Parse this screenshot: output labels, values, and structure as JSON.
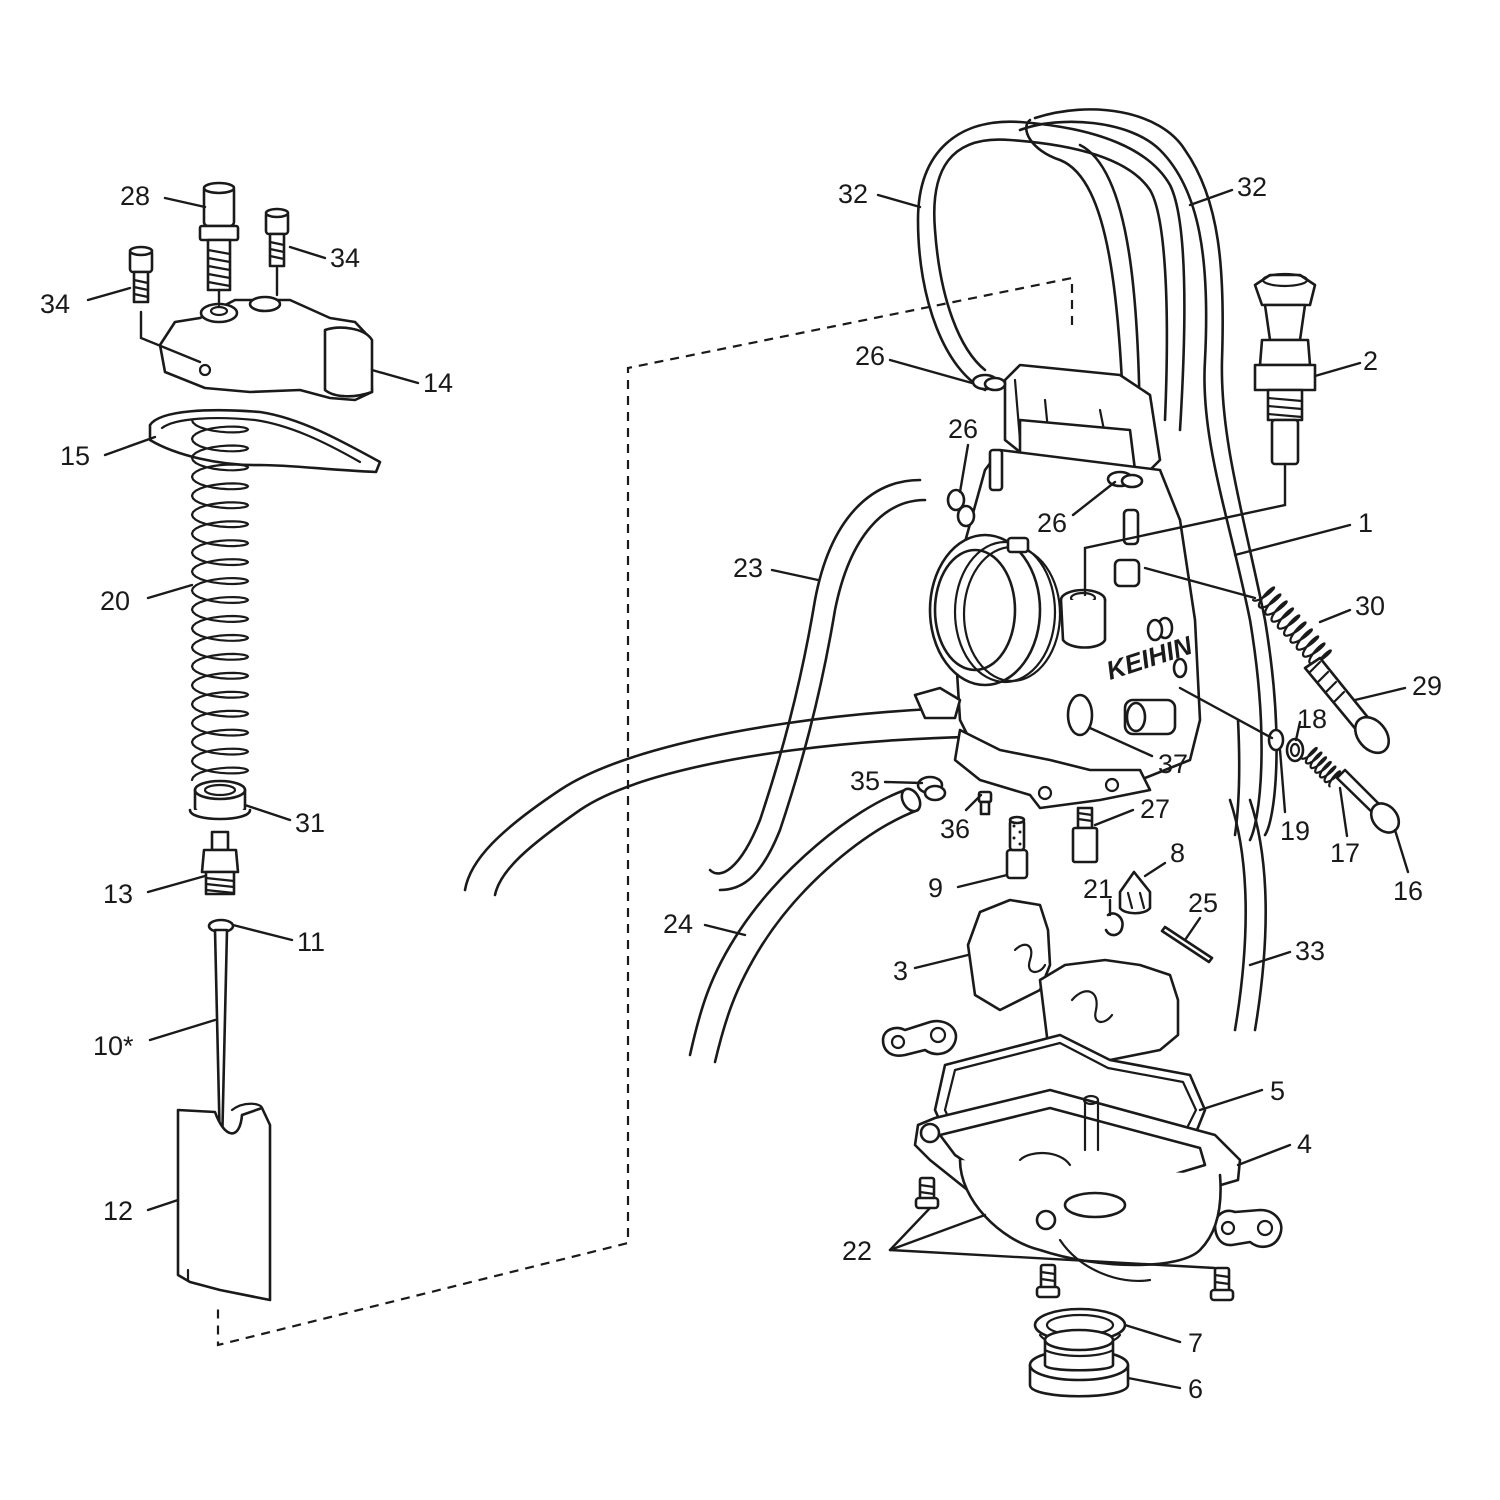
{
  "callouts": [
    {
      "id": "c28",
      "text": "28"
    },
    {
      "id": "c34a",
      "text": "34"
    },
    {
      "id": "c34b",
      "text": "34"
    },
    {
      "id": "c14",
      "text": "14"
    },
    {
      "id": "c15",
      "text": "15"
    },
    {
      "id": "c20",
      "text": "20"
    },
    {
      "id": "c31",
      "text": "31"
    },
    {
      "id": "c13",
      "text": "13"
    },
    {
      "id": "c11",
      "text": "11"
    },
    {
      "id": "c10",
      "text": "10*"
    },
    {
      "id": "c12",
      "text": "12"
    },
    {
      "id": "c32a",
      "text": "32"
    },
    {
      "id": "c32b",
      "text": "32"
    },
    {
      "id": "c26a",
      "text": "26"
    },
    {
      "id": "c26b",
      "text": "26"
    },
    {
      "id": "c26c",
      "text": "26"
    },
    {
      "id": "c2",
      "text": "2"
    },
    {
      "id": "c1",
      "text": "1"
    },
    {
      "id": "c23",
      "text": "23"
    },
    {
      "id": "c30",
      "text": "30"
    },
    {
      "id": "c29",
      "text": "29"
    },
    {
      "id": "c18",
      "text": "18"
    },
    {
      "id": "c37",
      "text": "37"
    },
    {
      "id": "c35",
      "text": "35"
    },
    {
      "id": "c36",
      "text": "36"
    },
    {
      "id": "c27",
      "text": "27"
    },
    {
      "id": "c19",
      "text": "19"
    },
    {
      "id": "c17",
      "text": "17"
    },
    {
      "id": "c16",
      "text": "16"
    },
    {
      "id": "c8",
      "text": "8"
    },
    {
      "id": "c9",
      "text": "9"
    },
    {
      "id": "c21",
      "text": "21"
    },
    {
      "id": "c25",
      "text": "25"
    },
    {
      "id": "c24",
      "text": "24"
    },
    {
      "id": "c33",
      "text": "33"
    },
    {
      "id": "c3",
      "text": "3"
    },
    {
      "id": "c5",
      "text": "5"
    },
    {
      "id": "c4",
      "text": "4"
    },
    {
      "id": "c22",
      "text": "22"
    },
    {
      "id": "c7",
      "text": "7"
    },
    {
      "id": "c6",
      "text": "6"
    }
  ],
  "brand_mark": "KEIHIN"
}
